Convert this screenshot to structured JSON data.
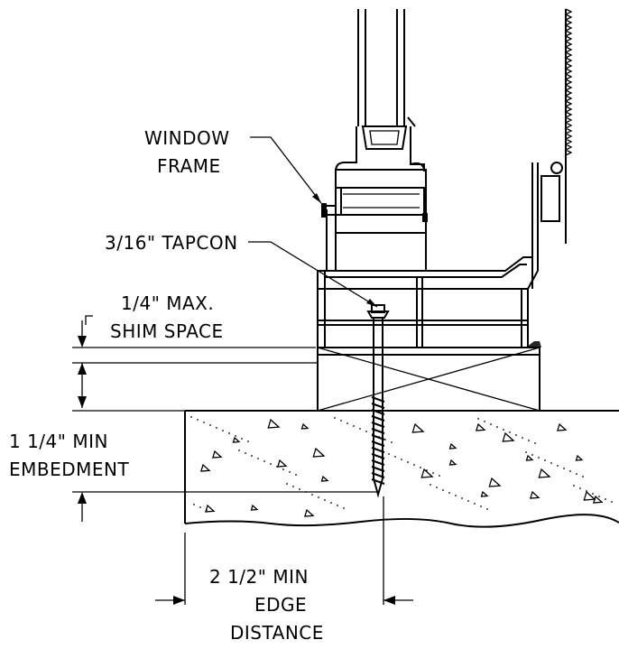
{
  "labels": {
    "window_frame_line1": "WINDOW",
    "window_frame_line2": "FRAME",
    "tapcon": "3/16\" TAPCON",
    "shim_line1": "1/4\" MAX.",
    "shim_line2": "SHIM SPACE",
    "embed_line1": "1 1/4\" MIN",
    "embed_line2": "EMBEDMENT",
    "edge_line1": "2 1/2\" MIN",
    "edge_line2": "EDGE",
    "edge_line3": "DISTANCE"
  }
}
